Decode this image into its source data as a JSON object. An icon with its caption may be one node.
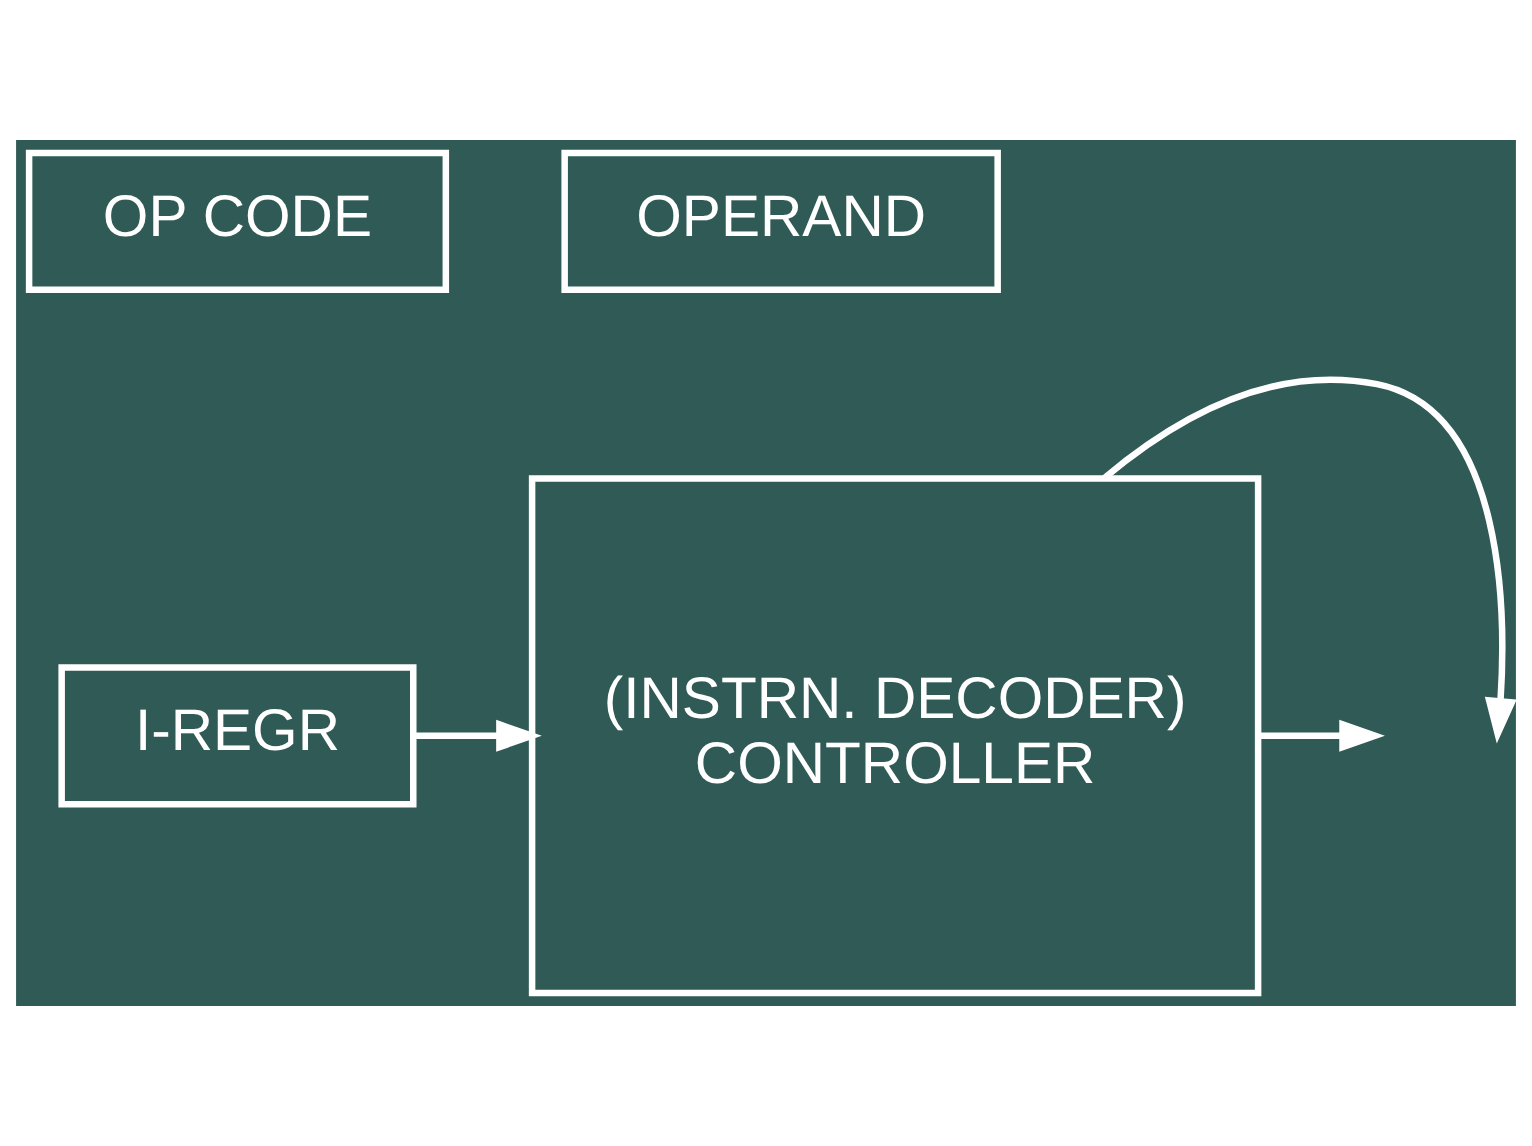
{
  "diagram": {
    "nodes": [
      {
        "text": [
          "OP CODE"
        ]
      },
      {
        "text": [
          "OPERAND"
        ]
      },
      {
        "text": [
          "I-REGR"
        ]
      },
      {
        "text": [
          "(INSTRN. DECODER)",
          "CONTROLLER"
        ]
      }
    ],
    "edges": [
      {
        "from": 2,
        "to": 3,
        "arrow": "to"
      },
      {
        "from": 3,
        "to": null,
        "arrow": "to"
      },
      {
        "from": 3,
        "to": null,
        "arrow": "to"
      }
    ]
  }
}
